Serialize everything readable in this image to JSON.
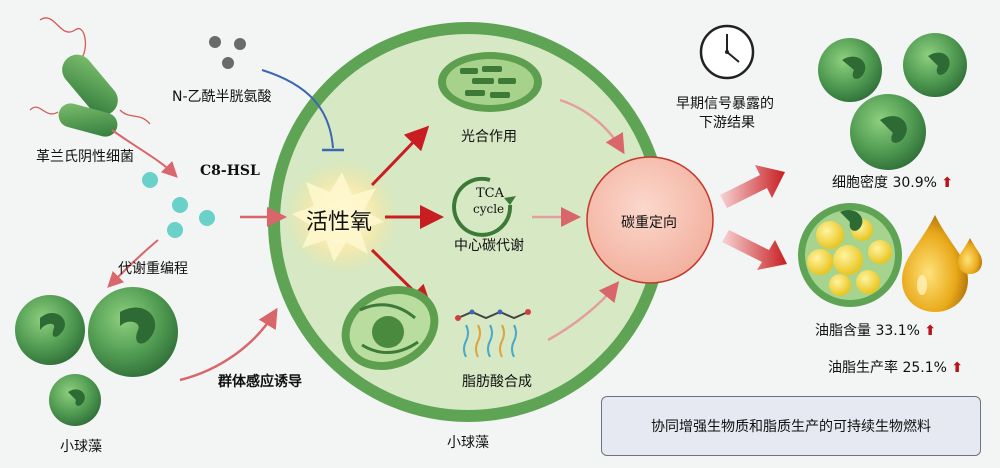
{
  "labels": {
    "gram_negative": "革兰氏阴性细菌",
    "nac": "N-乙酰半胱氨酸",
    "c8hsl": "C8-HSL",
    "reprogramming": "代谢重编程",
    "chlorella_left": "小球藻",
    "quorum": "群体感应诱导",
    "ros": "活性氧",
    "photosynthesis": "光合作用",
    "tca": "TCA",
    "cycle": "cycle",
    "central_carbon": "中心碳代谢",
    "fatty_acid": "脂肪酸合成",
    "chlorella_center": "小球藻",
    "carbon_redirect": "碳重定向",
    "early_signal_1": "早期信号暴露的",
    "early_signal_2": "下游结果",
    "cell_density": "细胞密度 30.9%",
    "lipid_content": "油脂含量 33.1%",
    "lipid_productivity": "油脂生产率 25.1%",
    "up_arrow": "⬆",
    "conclusion": "协同增强生物质和脂质生产的可持续生物燃料"
  },
  "colors": {
    "cell_fill": "#cfe5bd",
    "cell_border": "#5ea454",
    "algae_green": "#4f9a51",
    "ros_glow": "#f4ecb0",
    "redirect_fill": "#f6c3b4",
    "redirect_border": "#c4372b",
    "arrow_red": "#b8141a",
    "c8hsl_teal": "#6ad1c8",
    "nac_gray": "#6a6a6a",
    "inhibit_blue": "#3d67b1"
  }
}
